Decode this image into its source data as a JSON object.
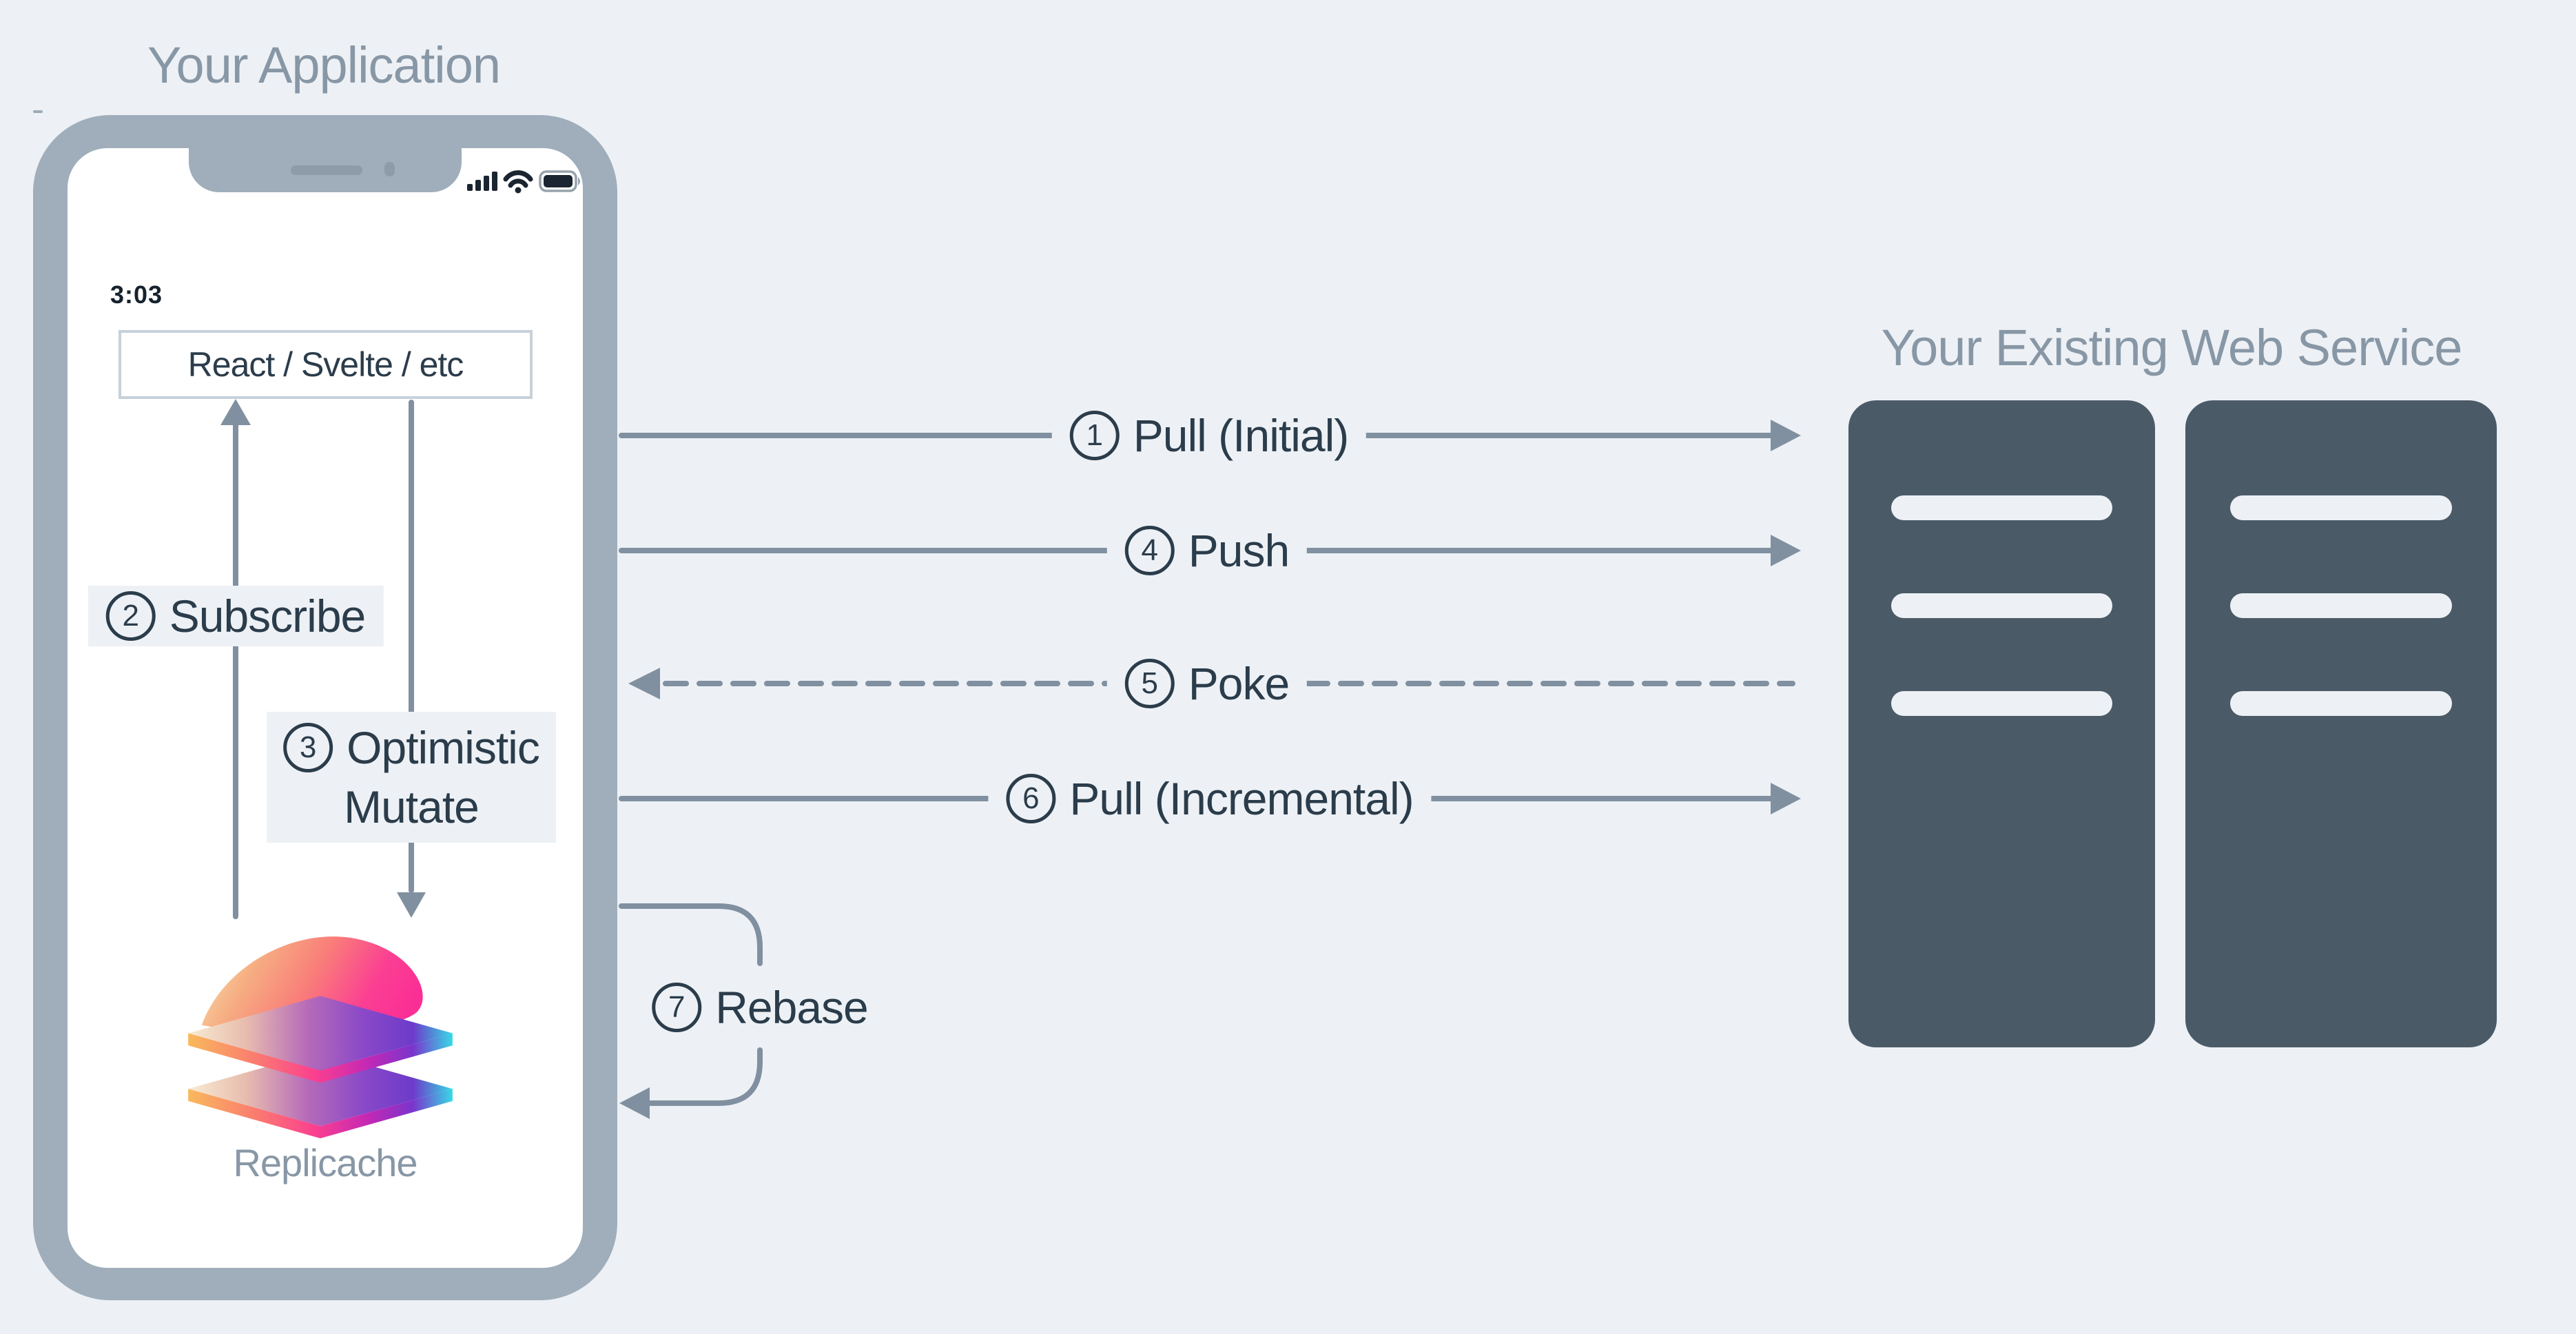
{
  "app_title": "Your Application",
  "service_title": "Your Existing Web Service",
  "phone": {
    "status_time": "3:03",
    "framework_box_label": "React / Svelte / etc",
    "replicache_label": "Replicache"
  },
  "flow_steps": [
    {
      "num": "1",
      "label": "Pull (Initial)"
    },
    {
      "num": "2",
      "label": "Subscribe"
    },
    {
      "num": "3",
      "label": "Optimistic",
      "label_line2": "Mutate"
    },
    {
      "num": "4",
      "label": "Push"
    },
    {
      "num": "5",
      "label": "Poke"
    },
    {
      "num": "6",
      "label": "Pull (Incremental)"
    },
    {
      "num": "7",
      "label": "Rebase"
    }
  ],
  "colors": {
    "background": "#edf1f5",
    "phone_frame": "#a0aebb",
    "connector_line": "#8090a0",
    "dark_text": "#2b3c4b",
    "muted_title": "#8897a6",
    "server_fill": "#4b5a67",
    "box_border": "#c7d1da"
  },
  "icons": [
    "signal-icon",
    "wifi-icon",
    "battery-icon",
    "speaker-grille",
    "camera-dot",
    "replicache-logo"
  ]
}
